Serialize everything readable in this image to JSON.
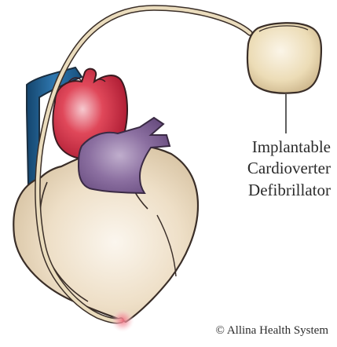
{
  "figure": {
    "label_lines": [
      "Implantable",
      "Cardioverter",
      "Defibrillator"
    ],
    "copyright": "© Allina Health System"
  },
  "colors": {
    "heart_fill": "#ecdcc2",
    "outline": "#3a2e28",
    "aorta": "#d72c44",
    "vena_cava": "#1e5a8a",
    "pulmonary": "#86689a",
    "device_fill": "#ebdcb8",
    "lead_wire": "#eadcbd",
    "lead_tip_glow": "#f08c9a"
  }
}
